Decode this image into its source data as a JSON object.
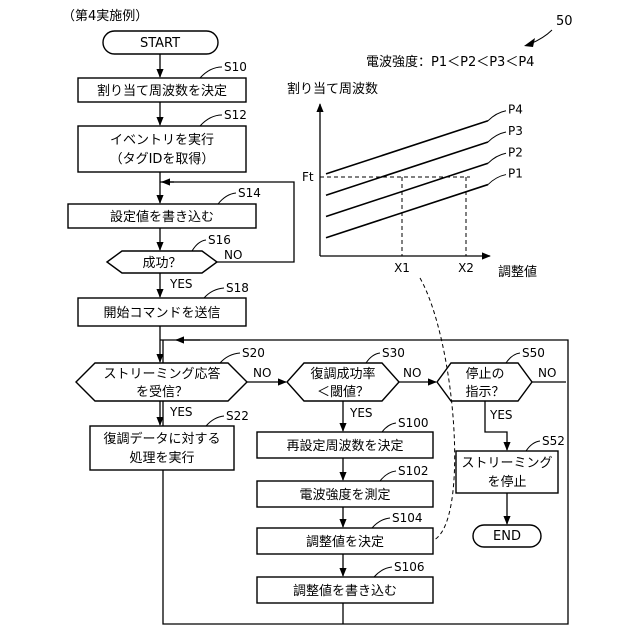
{
  "embodiment_label": "（第4実施例）",
  "figure_ref": "50",
  "start_label": "START",
  "end_label": "END",
  "steps": {
    "s10": {
      "id": "S10",
      "text": "割り当て周波数を決定"
    },
    "s12": {
      "id": "S12",
      "line1": "イベントリを実行",
      "line2": "（タグIDを取得）"
    },
    "s14": {
      "id": "S14",
      "text": "設定値を書き込む"
    },
    "s16": {
      "id": "S16",
      "text": "成功？",
      "yes": "YES",
      "no": "NO"
    },
    "s18": {
      "id": "S18",
      "text": "開始コマンドを送信"
    },
    "s20": {
      "id": "S20",
      "line1": "ストリーミング応答",
      "line2": "を受信？",
      "yes": "YES",
      "no": "NO"
    },
    "s22": {
      "id": "S22",
      "line1": "復調データに対する",
      "line2": "処理を実行"
    },
    "s30": {
      "id": "S30",
      "line1": "復調成功率",
      "line2": "＜閾値？",
      "yes": "YES",
      "no": "NO"
    },
    "s100": {
      "id": "S100",
      "text": "再設定周波数を決定"
    },
    "s102": {
      "id": "S102",
      "text": "電波強度を測定"
    },
    "s104": {
      "id": "S104",
      "text": "調整値を決定"
    },
    "s106": {
      "id": "S106",
      "text": "調整値を書き込む"
    },
    "s50": {
      "id": "S50",
      "line1": "停止の",
      "line2": "指示？",
      "yes": "YES",
      "no": "NO"
    },
    "s52": {
      "id": "S52",
      "line1": "ストリーミング",
      "line2": "を停止"
    }
  },
  "chart_data": {
    "type": "line",
    "title": "電波強度：P1＜P2＜P3＜P4",
    "ylabel": "割り当て周波数",
    "xlabel": "調整値",
    "series": [
      {
        "name": "P1",
        "values": [
          [
            0,
            0.12
          ],
          [
            1,
            0.47
          ]
        ]
      },
      {
        "name": "P2",
        "values": [
          [
            0,
            0.26
          ],
          [
            1,
            0.61
          ]
        ]
      },
      {
        "name": "P3",
        "values": [
          [
            0,
            0.4
          ],
          [
            1,
            0.75
          ]
        ]
      },
      {
        "name": "P4",
        "values": [
          [
            0,
            0.54
          ],
          [
            1,
            0.89
          ]
        ]
      }
    ],
    "reference": {
      "y_label": "Ft",
      "x_labels": [
        "X1",
        "X2"
      ]
    }
  }
}
